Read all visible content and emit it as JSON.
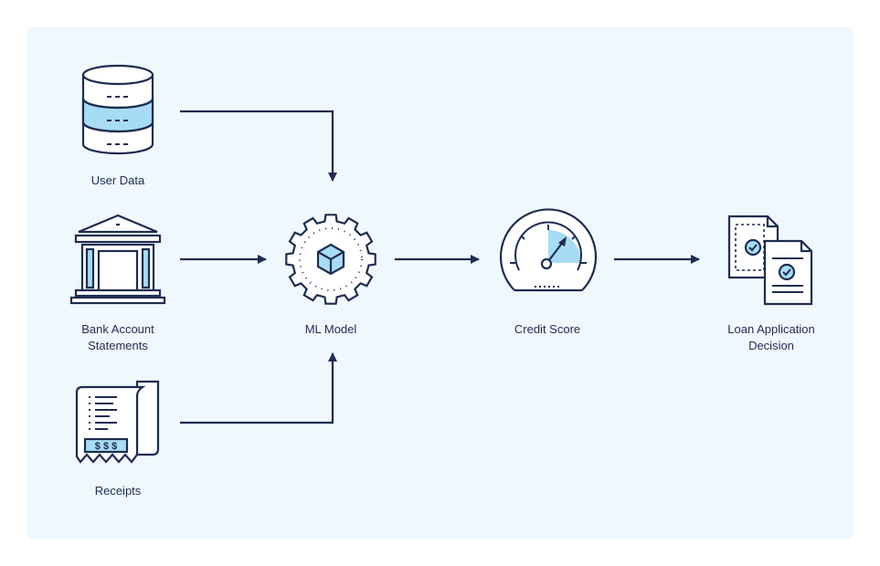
{
  "nodes": {
    "user_data": {
      "label": "User Data",
      "icon": "database-icon"
    },
    "bank_statements": {
      "label": "Bank Account\nStatements",
      "icon": "bank-building-icon"
    },
    "receipts": {
      "label": "Receipts",
      "icon": "receipt-icon",
      "receipt_amount": "$ $ $"
    },
    "ml_model": {
      "label": "ML Model",
      "icon": "gear-cube-icon"
    },
    "credit_score": {
      "label": "Credit Score",
      "icon": "speedometer-gauge-icon"
    },
    "loan_decision": {
      "label": "Loan Application\nDecision",
      "icon": "approved-documents-icon"
    }
  },
  "edges": [
    {
      "from": "user_data",
      "to": "ml_model"
    },
    {
      "from": "bank_statements",
      "to": "ml_model"
    },
    {
      "from": "receipts",
      "to": "ml_model"
    },
    {
      "from": "ml_model",
      "to": "credit_score"
    },
    {
      "from": "credit_score",
      "to": "loan_decision"
    }
  ],
  "colors": {
    "background": "#eef8fd",
    "stroke": "#1d2d50",
    "accent": "#a8dcf5"
  }
}
